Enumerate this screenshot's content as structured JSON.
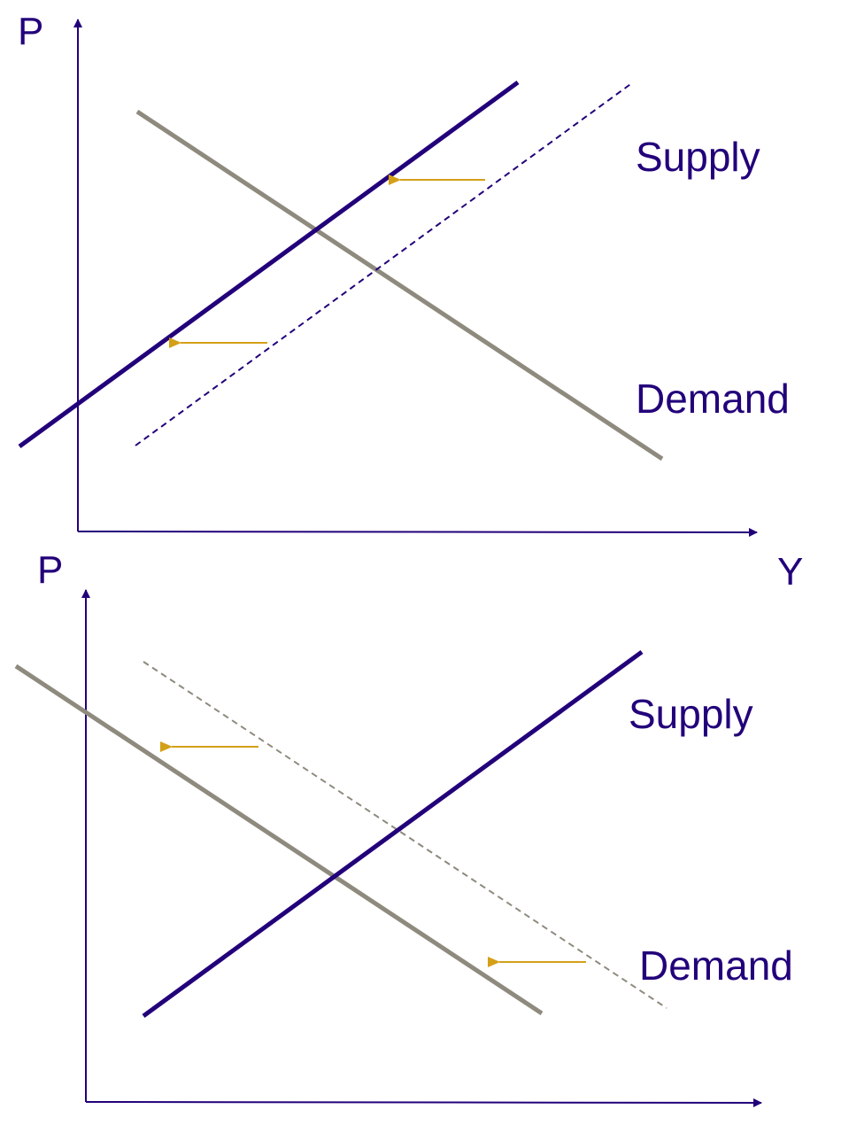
{
  "colors": {
    "supply": "#22007a",
    "demand": "#8e8a7e",
    "arrow": "#d4a017",
    "axis": "#22007a",
    "text": "#22007a"
  },
  "top_diagram": {
    "y_axis_label": "P",
    "x_axis_label": "Y",
    "supply_label": "Supply",
    "demand_label": "Demand"
  },
  "bottom_diagram": {
    "y_axis_label": "P",
    "supply_label": "Supply",
    "demand_label": "Demand"
  }
}
